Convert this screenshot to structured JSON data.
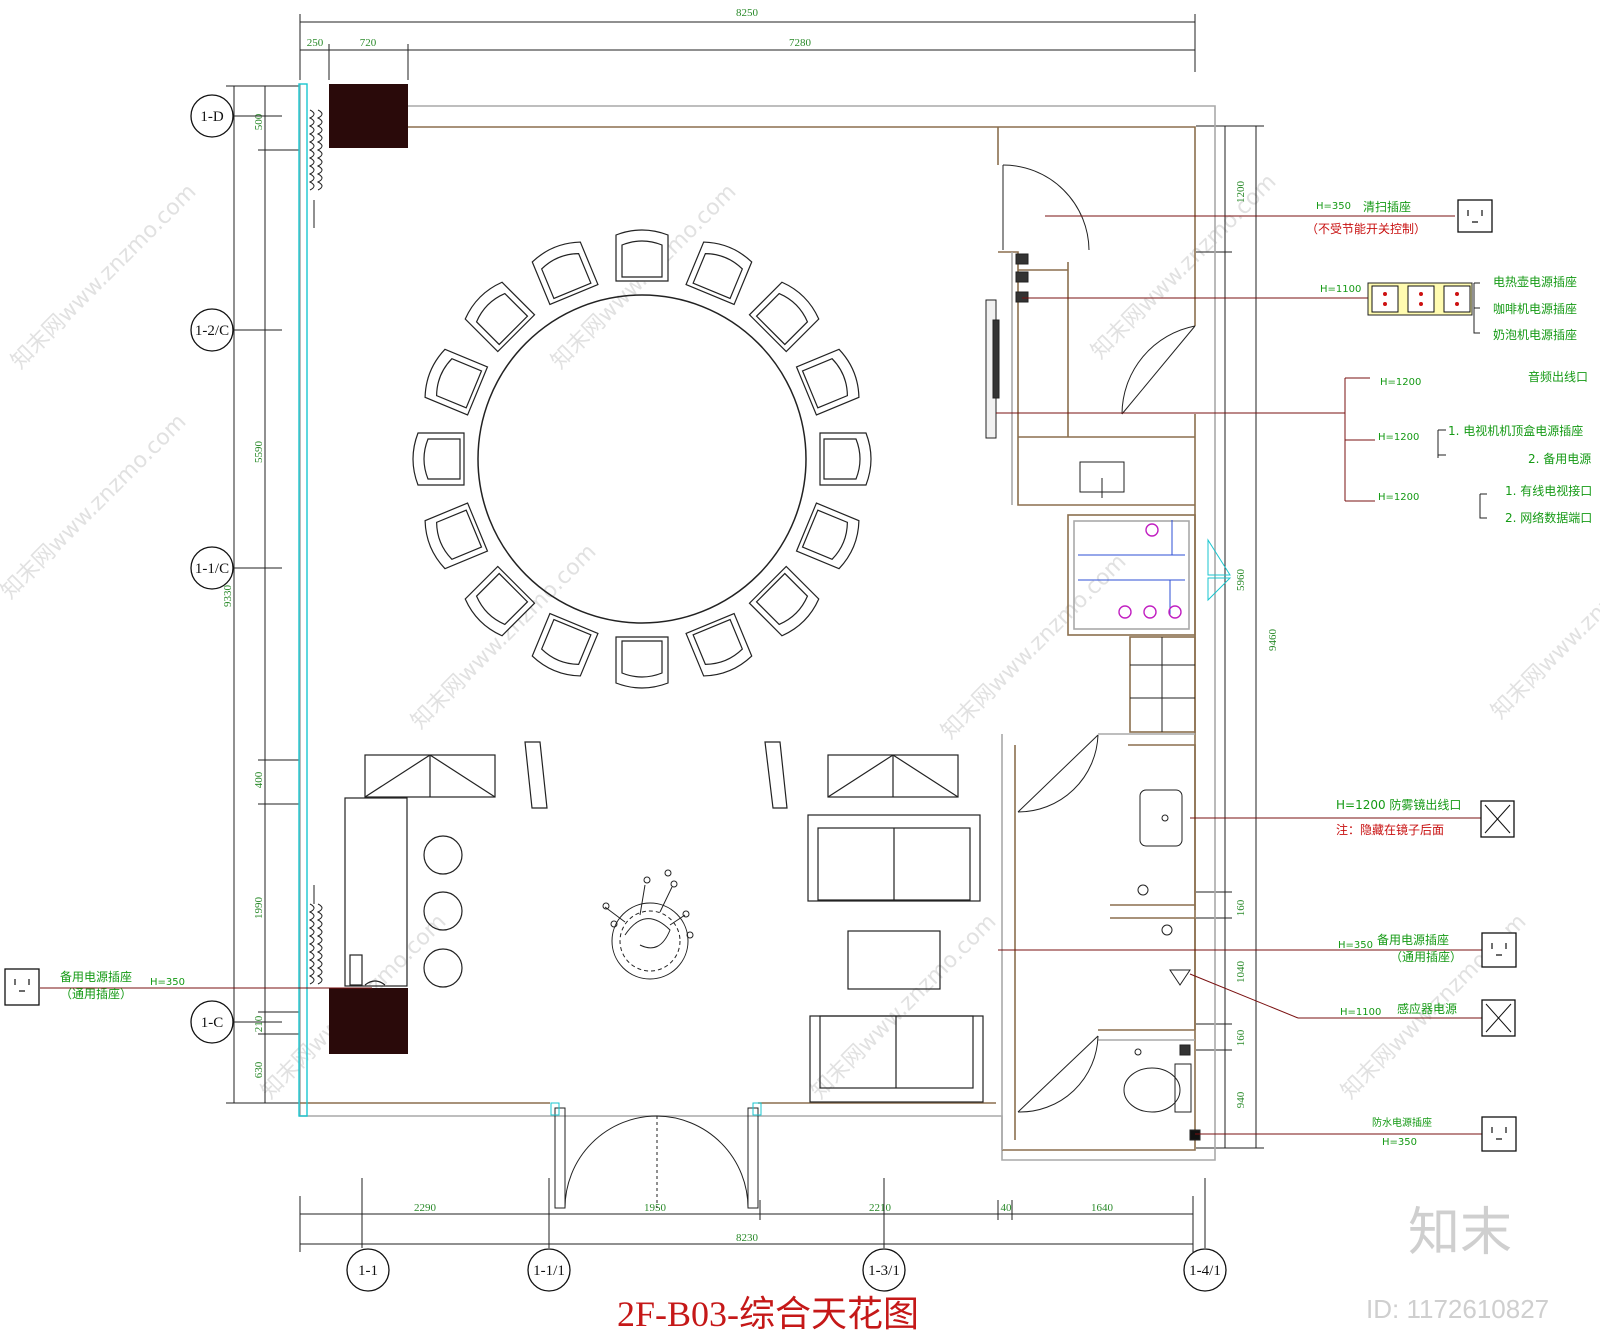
{
  "title": "2F-B03-综合天花图",
  "watermark": {
    "brand": "知末",
    "id_text": "ID: 1172610827",
    "site_text": "知末网www.znzmo.com"
  },
  "dimensions": {
    "top_total": "8250",
    "top_a": "250",
    "top_b": "720",
    "top_c": "7280",
    "bottom_a": "2290",
    "bottom_b": "1950",
    "bottom_c": "2210",
    "bottom_d": "40",
    "bottom_e": "1640",
    "bottom_total": "8230",
    "left_total": "9330",
    "left_a": "500",
    "left_b": "5590",
    "left_c": "400",
    "left_d": "1990",
    "left_e": "210",
    "left_f": "630",
    "right_total": "9460",
    "right_a": "1200",
    "right_b": "5960",
    "right_c": "160",
    "right_d": "1040",
    "right_e": "160",
    "right_f": "940"
  },
  "axes": {
    "row_d": "1-D",
    "row_2c": "1-2/C",
    "row_1c": "1-1/C",
    "row_c": "1-C",
    "col_1": "1-1",
    "col_11": "1-1/1",
    "col_31": "1-3/1",
    "col_41": "1-4/1"
  },
  "annotations": {
    "clean_height": "H=350",
    "clean_label": "清扫插座",
    "clean_note": "（不受节能开关控制）",
    "kettle_height": "H=1100",
    "kettle_label": "电热壶电源插座",
    "coffee_label": "咖啡机电源插座",
    "milk_label": "奶泡机电源插座",
    "audio_height": "H=1200",
    "audio_label": "音频出线口",
    "tv_height": "H=1200",
    "tv_label_1": "1. 电视机机顶盒电源插座",
    "tv_label_2": "2. 备用电源",
    "cable_height": "H=1200",
    "cable_label_1": "1. 有线电视接口",
    "cable_label_2": "2. 网络数据端口",
    "mirror_label": "H=1200 防雾镜出线口",
    "mirror_note": "注：隐藏在镜子后面",
    "spare_height": "H=350",
    "spare_label": "备用电源插座",
    "spare_note": "（通用插座）",
    "sensor_height": "H=1100",
    "sensor_label": "感应器电源",
    "water_label": "防水电源插座",
    "water_height": "H=350",
    "left_label": "备用电源插座",
    "left_note": "（通用插座）",
    "left_height": "H=350"
  },
  "colors": {
    "wall": "#8b6f4e",
    "cyan": "#19c6cf",
    "dim": "#2a8a2a",
    "label": "#159a15",
    "red": "#c81010",
    "magenta": "#c11fc1",
    "blue": "#2d4fd6",
    "leader": "#7a1010"
  }
}
